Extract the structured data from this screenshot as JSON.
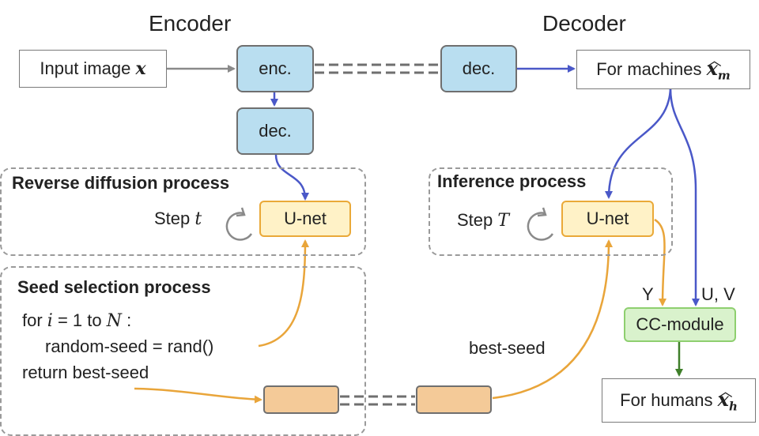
{
  "headers": {
    "encoder": "Encoder",
    "decoder": "Decoder"
  },
  "input_box": {
    "label": "Input image ",
    "var": "x"
  },
  "enc_box": "enc.",
  "dec_box_right": "dec.",
  "dec_box_left": "dec.",
  "machines_box": {
    "label": "For machines ",
    "var": "x",
    "sub": "m"
  },
  "humans_box": {
    "label": "For humans ",
    "var": "x",
    "sub": "h"
  },
  "reverse": {
    "title": "Reverse diffusion process",
    "step_label": "Step ",
    "step_var": "t",
    "unet": "U-net"
  },
  "inference": {
    "title": "Inference process",
    "step_label": "Step ",
    "step_var": "T",
    "unet": "U-net"
  },
  "seed": {
    "title": "Seed selection process",
    "line1": {
      "a": "for ",
      "i": "i",
      "b": " = 1 to ",
      "n": "N",
      "c": " :"
    },
    "line2": "random-seed = rand()",
    "line3": "return best-seed"
  },
  "best_seed": "best-seed",
  "cc_module": "CC-module",
  "y_label": "Y",
  "uv_label": "U, V",
  "colors": {
    "blue_arrow": "#4a58c8",
    "orange_arrow": "#e9a53a",
    "green_arrow": "#3f7f2a",
    "gray_arrow": "#8a8a8a"
  }
}
